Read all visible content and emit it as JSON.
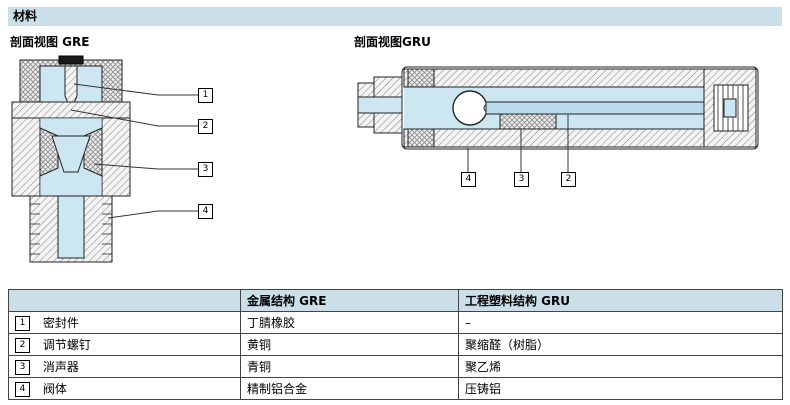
{
  "header": {
    "title": "材料"
  },
  "sections": {
    "gre_label": "剖面视图 GRE",
    "gru_label": "剖面视图GRU"
  },
  "callouts": {
    "gre": [
      "1",
      "2",
      "3",
      "4"
    ],
    "gru": [
      "4",
      "3",
      "2"
    ]
  },
  "table": {
    "headers": [
      "",
      "金属结构 GRE",
      "工程塑料结构 GRU"
    ],
    "rows": [
      {
        "num": "1",
        "part": "密封件",
        "gre": "丁腈橡胶",
        "gru": "–"
      },
      {
        "num": "2",
        "part": "调节螺钉",
        "gre": "黄铜",
        "gru": "聚缩醛（树脂）"
      },
      {
        "num": "3",
        "part": "消声器",
        "gre": "青铜",
        "gru": "聚乙烯"
      },
      {
        "num": "4",
        "part": "阀体",
        "gre": "精制铝合金",
        "gru": "压铸铝"
      }
    ]
  },
  "colors": {
    "header_bg": "#cbdfe9",
    "drawing_fill": "#cde7f2",
    "line": "#222222"
  }
}
